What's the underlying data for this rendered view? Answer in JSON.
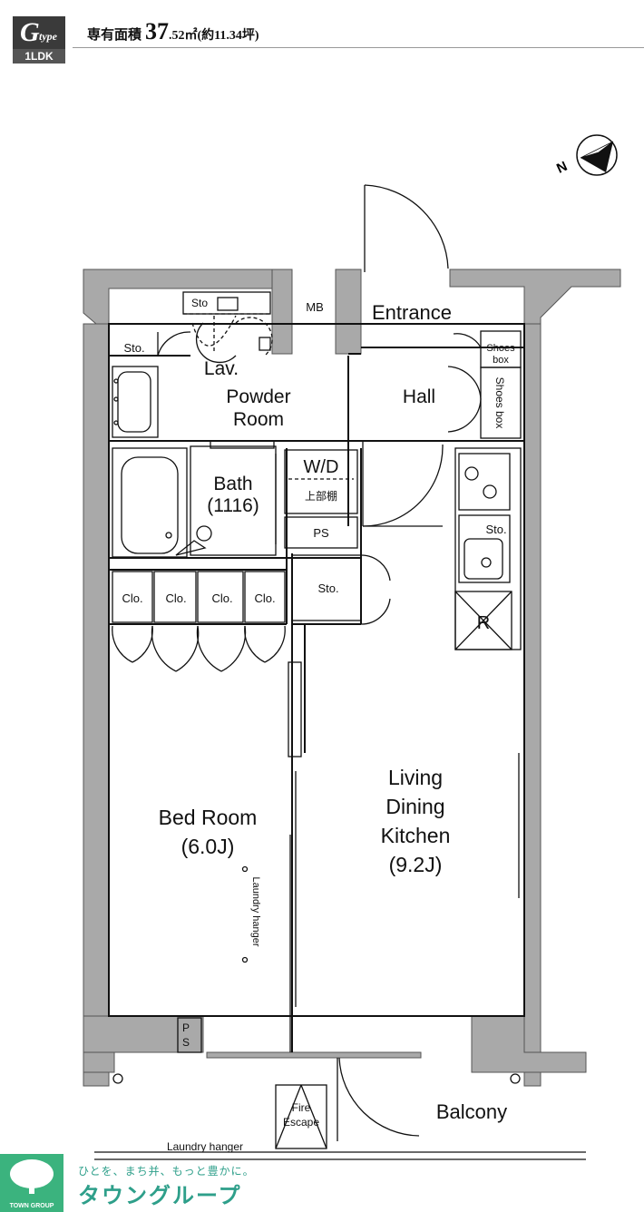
{
  "header": {
    "type_letter": "G",
    "type_suffix": "type",
    "layout": "1LDK",
    "area_label": "専有面積",
    "area_int": "37",
    "area_dec": ".52㎡",
    "area_tsubo": "(約11.34坪)"
  },
  "rooms": {
    "mb": "MB",
    "entrance": "Entrance",
    "sto_top": "Sto",
    "sto_left": "Sto.",
    "lav": "Lav.",
    "powder1": "Powder",
    "powder2": "Room",
    "hall": "Hall",
    "shoes_box_small1": "Shoes",
    "shoes_box_small2": "box",
    "shoes_box_v": "Shoes box",
    "bath1": "Bath",
    "bath2": "(1116)",
    "wd": "W/D",
    "wd_shelf": "上部棚",
    "ps": "PS",
    "sto_kitchen": "Sto.",
    "sto_mid": "Sto.",
    "refrigerator": "R",
    "clo1": "Clo.",
    "clo2": "Clo.",
    "clo3": "Clo.",
    "clo4": "Clo.",
    "ldk1": "Living",
    "ldk2": "Dining",
    "ldk3": "Kitchen",
    "ldk4": "(9.2J)",
    "bed1": "Bed Room",
    "bed2": "(6.0J)",
    "laundry_v": "Laundry hanger",
    "ps_small1": "P",
    "ps_small2": "S",
    "fire1": "Fire",
    "fire2": "Escape",
    "balcony": "Balcony",
    "laundry_h": "Laundry hanger"
  },
  "compass": {
    "label": "N"
  },
  "footer": {
    "logo_text": "TOWN GROUP",
    "tagline": "ひとを、まち并、もっと豊かに。",
    "brand": "タウングループ"
  },
  "colors": {
    "wall": "#a9a9a9",
    "brand": "#3bb37e",
    "header_box": "#3a3a3a"
  }
}
